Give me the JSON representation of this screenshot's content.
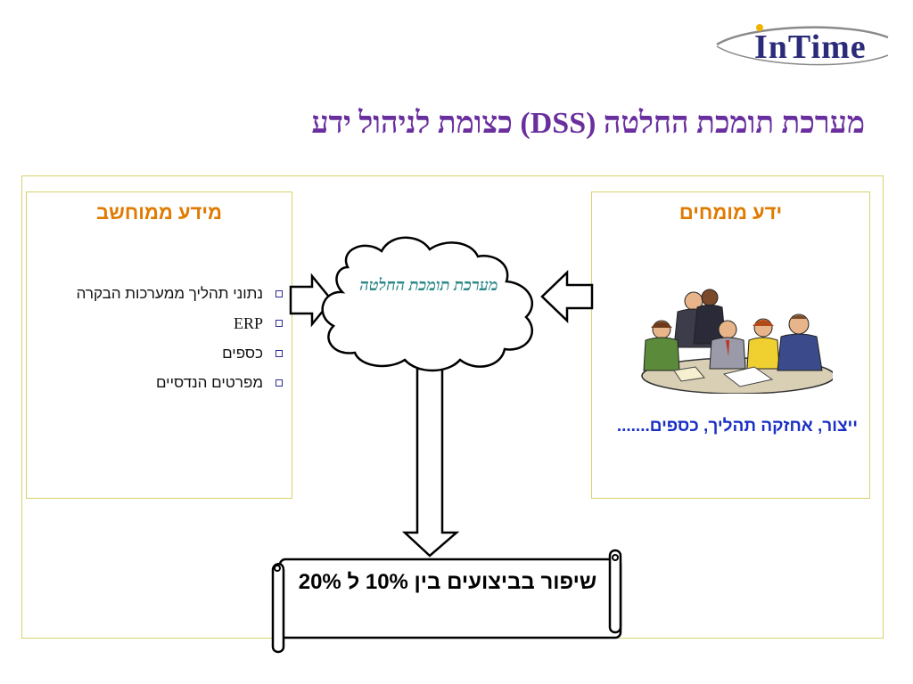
{
  "logo": {
    "text": "InTime",
    "icon": "swoosh-logo-icon"
  },
  "slide": {
    "title": "מערכת תומכת החלטה (DSS) כצומת לניהול ידע"
  },
  "left_panel": {
    "heading": "מידע ממוחשב",
    "bullets": [
      "נתוני תהליך ממערכות הבקרה",
      "ERP",
      "כספים",
      "מפרטים הנדסיים"
    ]
  },
  "right_panel": {
    "heading": "ידע מומחים",
    "image": "business-meeting-clipart",
    "text": "ייצור, אחזקה תהליך, כספים......."
  },
  "center": {
    "cloud_text": "מערכת תומכת החלטה",
    "scroll_text": "שיפור בביצועים בין 10% ל 20%"
  },
  "colors": {
    "title": "#6a2f9e",
    "heading": "#e07a00",
    "right_text": "#1a2fc4",
    "cloud_text": "#2f8a8a",
    "frame": "#d9d26a",
    "logo": "#2b2b7a"
  }
}
